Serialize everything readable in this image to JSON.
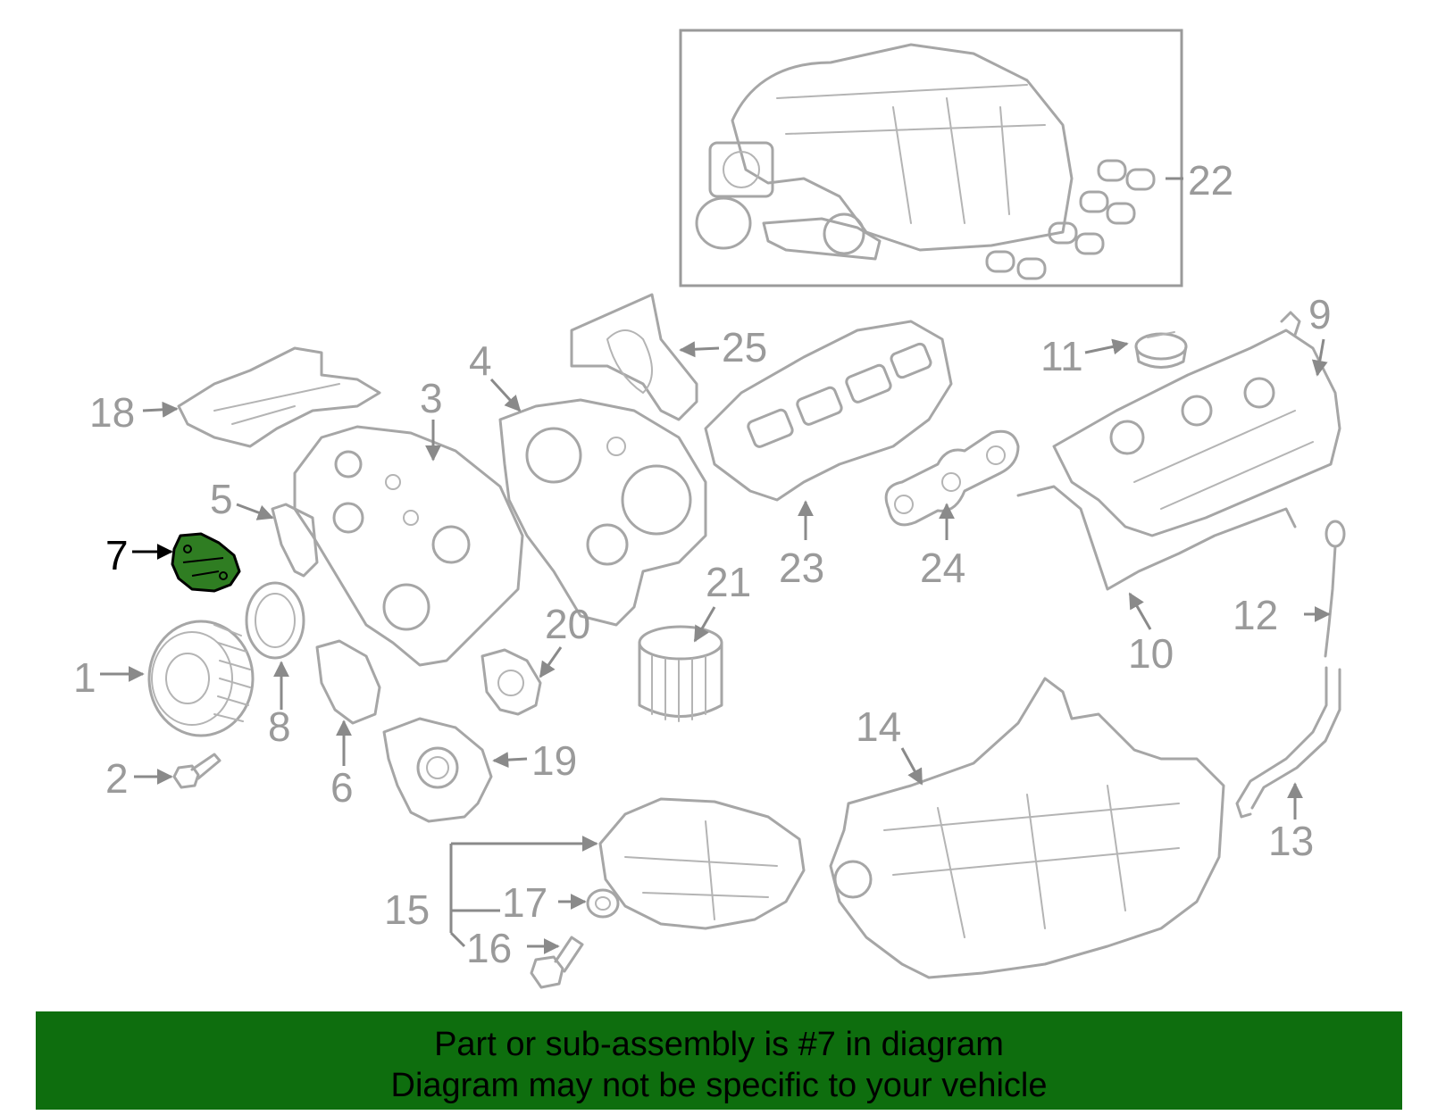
{
  "colors": {
    "part_stroke": "#a6a6a6",
    "callout_text": "#9a9a9a",
    "highlight_fill": "#2f7d22",
    "banner_bg": "#0e6e0e",
    "banner_text": "#000000"
  },
  "highlighted_part": "7",
  "callouts": {
    "c1": "1",
    "c2": "2",
    "c3": "3",
    "c4": "4",
    "c5": "5",
    "c6": "6",
    "c7": "7",
    "c8": "8",
    "c9": "9",
    "c10": "10",
    "c11": "11",
    "c12": "12",
    "c13": "13",
    "c14": "14",
    "c15": "15",
    "c16": "16",
    "c17": "17",
    "c18": "18",
    "c19": "19",
    "c20": "20",
    "c21": "21",
    "c22": "22",
    "c23": "23",
    "c24": "24",
    "c25": "25"
  },
  "banner": {
    "line1": "Part or sub-assembly is #7 in diagram",
    "line2": "Diagram may not be specific to your vehicle"
  }
}
